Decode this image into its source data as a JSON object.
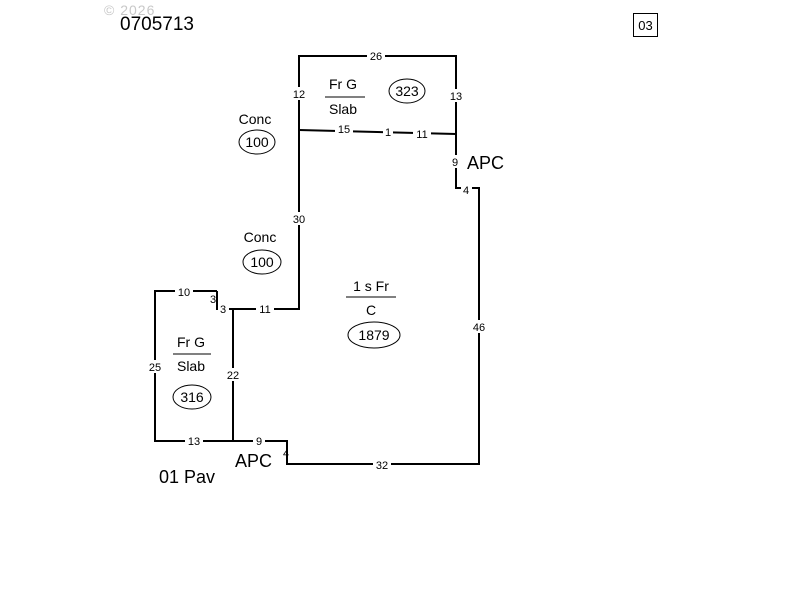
{
  "header": {
    "watermark": "© 2026",
    "sketch_id": "0705713",
    "page_number": "03"
  },
  "areas": {
    "garage_top": {
      "type_line1": "Fr G",
      "type_line2": "Slab",
      "sqft": "323"
    },
    "conc_upper": {
      "type": "Conc",
      "sqft": "100"
    },
    "conc_lower": {
      "type": "Conc",
      "sqft": "100"
    },
    "main_house": {
      "type_line1": "1 s Fr",
      "type_line2": "C",
      "sqft": "1879"
    },
    "garage_left": {
      "type_line1": "Fr G",
      "type_line2": "Slab",
      "sqft": "316"
    }
  },
  "labels": {
    "apc_top": "APC",
    "apc_bottom": "APC",
    "paving": "01 Pav"
  },
  "dimensions": {
    "d26": "26",
    "d12": "12",
    "d13": "13",
    "d15": "15",
    "d1": "1",
    "d11a": "11",
    "d9a": "9",
    "d4a": "4",
    "d30": "30",
    "d46": "46",
    "d10": "10",
    "d3a": "3",
    "d3b": "3",
    "d11b": "11",
    "d25": "25",
    "d22": "22",
    "d13b": "13",
    "d9b": "9",
    "d4b": "4",
    "d32": "32"
  }
}
